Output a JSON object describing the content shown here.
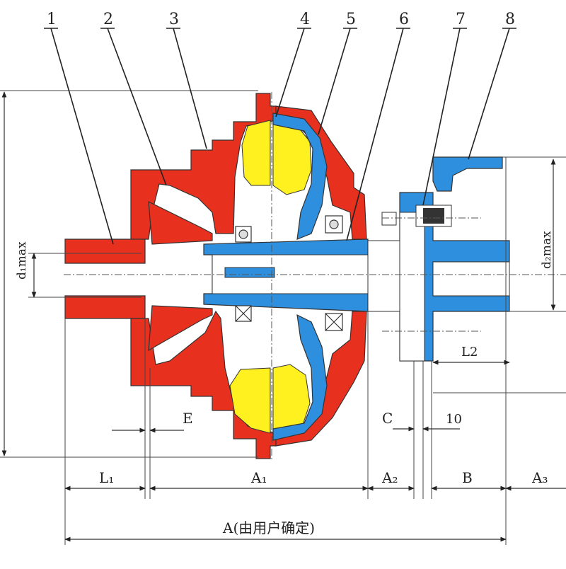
{
  "callouts": [
    "1",
    "2",
    "3",
    "4",
    "5",
    "6",
    "7",
    "8"
  ],
  "dimensions": {
    "d1max": "d₁max",
    "d2max": "d₂max",
    "E": "E",
    "C": "C",
    "ten": "10",
    "L1": "L₁",
    "L2": "L2",
    "A1": "A₁",
    "A2": "A₂",
    "B": "B",
    "A3": "A₃",
    "A_total": "A(由用户确定)"
  },
  "colors": {
    "housing": "#e8301f",
    "shaft": "#2f8fdf",
    "fluid": "#fff020",
    "lines": "#333333"
  }
}
